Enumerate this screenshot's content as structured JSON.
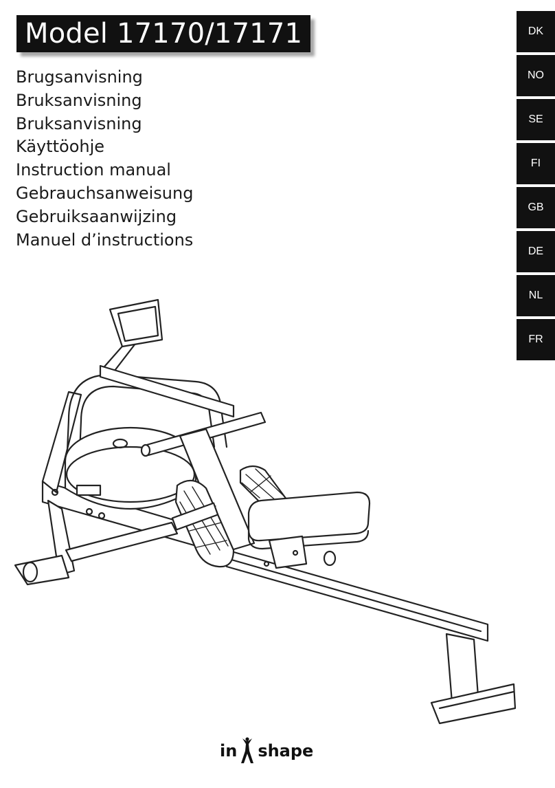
{
  "header": {
    "model_title": "Model 17170/17171"
  },
  "languages": [
    "Brugsanvisning",
    "Bruksanvisning",
    "Bruksanvisning",
    "Käyttöohje",
    "Instruction manual",
    "Gebrauchsanweisung",
    "Gebruiksaanwijzing",
    "Manuel d’instructions"
  ],
  "language_tabs": [
    "DK",
    "NO",
    "SE",
    "FI",
    "GB",
    "DE",
    "NL",
    "FR"
  ],
  "brand": {
    "prefix": "in",
    "suffix": "shape"
  },
  "colors": {
    "tab_background": "#111111",
    "tab_text": "#ffffff",
    "line_art": "#222222"
  },
  "illustration": {
    "subject": "rowing-machine-line-drawing"
  }
}
